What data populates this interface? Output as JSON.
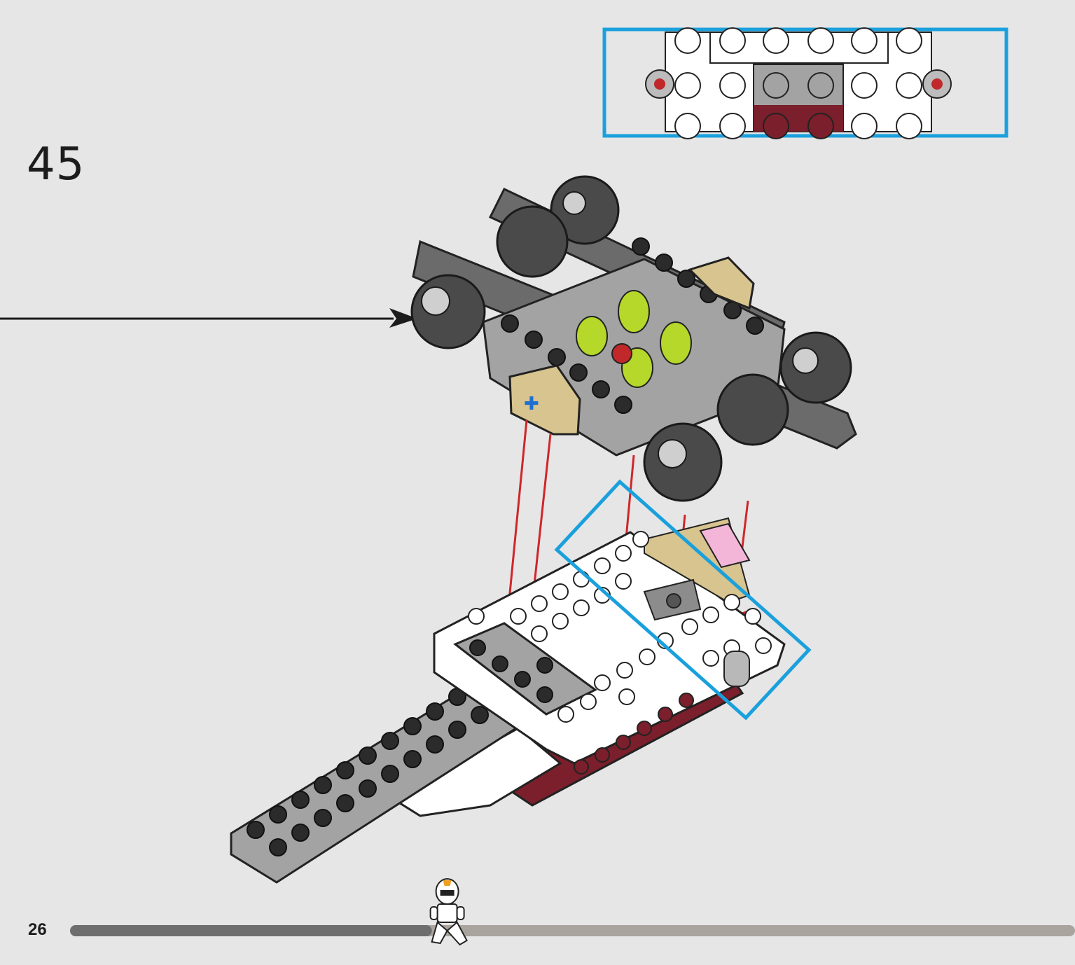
{
  "step": {
    "number": "45"
  },
  "page": {
    "number": "26"
  },
  "progress": {
    "fraction": 0.36
  },
  "colors": {
    "background": "#e6e6e6",
    "callout_border": "#1aa0dc",
    "arrow_red": "#d0262a",
    "dark_gray": "#6b6b6b",
    "black_brick": "#2b2b2b",
    "light_gray": "#a3a3a3",
    "white_brick": "#ffffff",
    "dark_red": "#7a1f2b",
    "lime": "#b5d82a",
    "tan": "#d8c48e",
    "pink": "#f4b6d8",
    "progress_done": "#6e6e6e",
    "progress_todo": "#a9a49d"
  },
  "icons": {
    "figure": "clone-trooper-figure-icon",
    "assembly_arrow": "arrow-right-icon"
  }
}
